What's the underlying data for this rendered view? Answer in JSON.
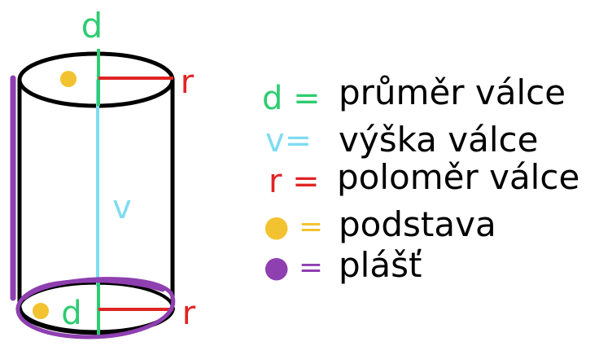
{
  "colors": {
    "diameter": "#2ecc71",
    "height": "#7fdcf0",
    "radius": "#e02424",
    "base": "#f2c230",
    "lateral": "#8e3fb0",
    "outline": "#000000",
    "text": "#000000"
  },
  "figure": {
    "label_d_top": "d",
    "label_d_bottom": "d",
    "label_r_top": "r",
    "label_r_bottom": "r",
    "label_v": "v"
  },
  "legend": {
    "items": [
      {
        "symbol": "d =",
        "text": "průměr válce",
        "color_key": "diameter"
      },
      {
        "symbol": "v=",
        "text": "výška válce",
        "color_key": "height"
      },
      {
        "symbol": "r =",
        "text": "poloměr válce",
        "color_key": "radius"
      },
      {
        "symbol": "● =",
        "text": "podstava",
        "color_key": "base"
      },
      {
        "symbol": "● =",
        "text": "plášť",
        "color_key": "lateral"
      }
    ]
  }
}
